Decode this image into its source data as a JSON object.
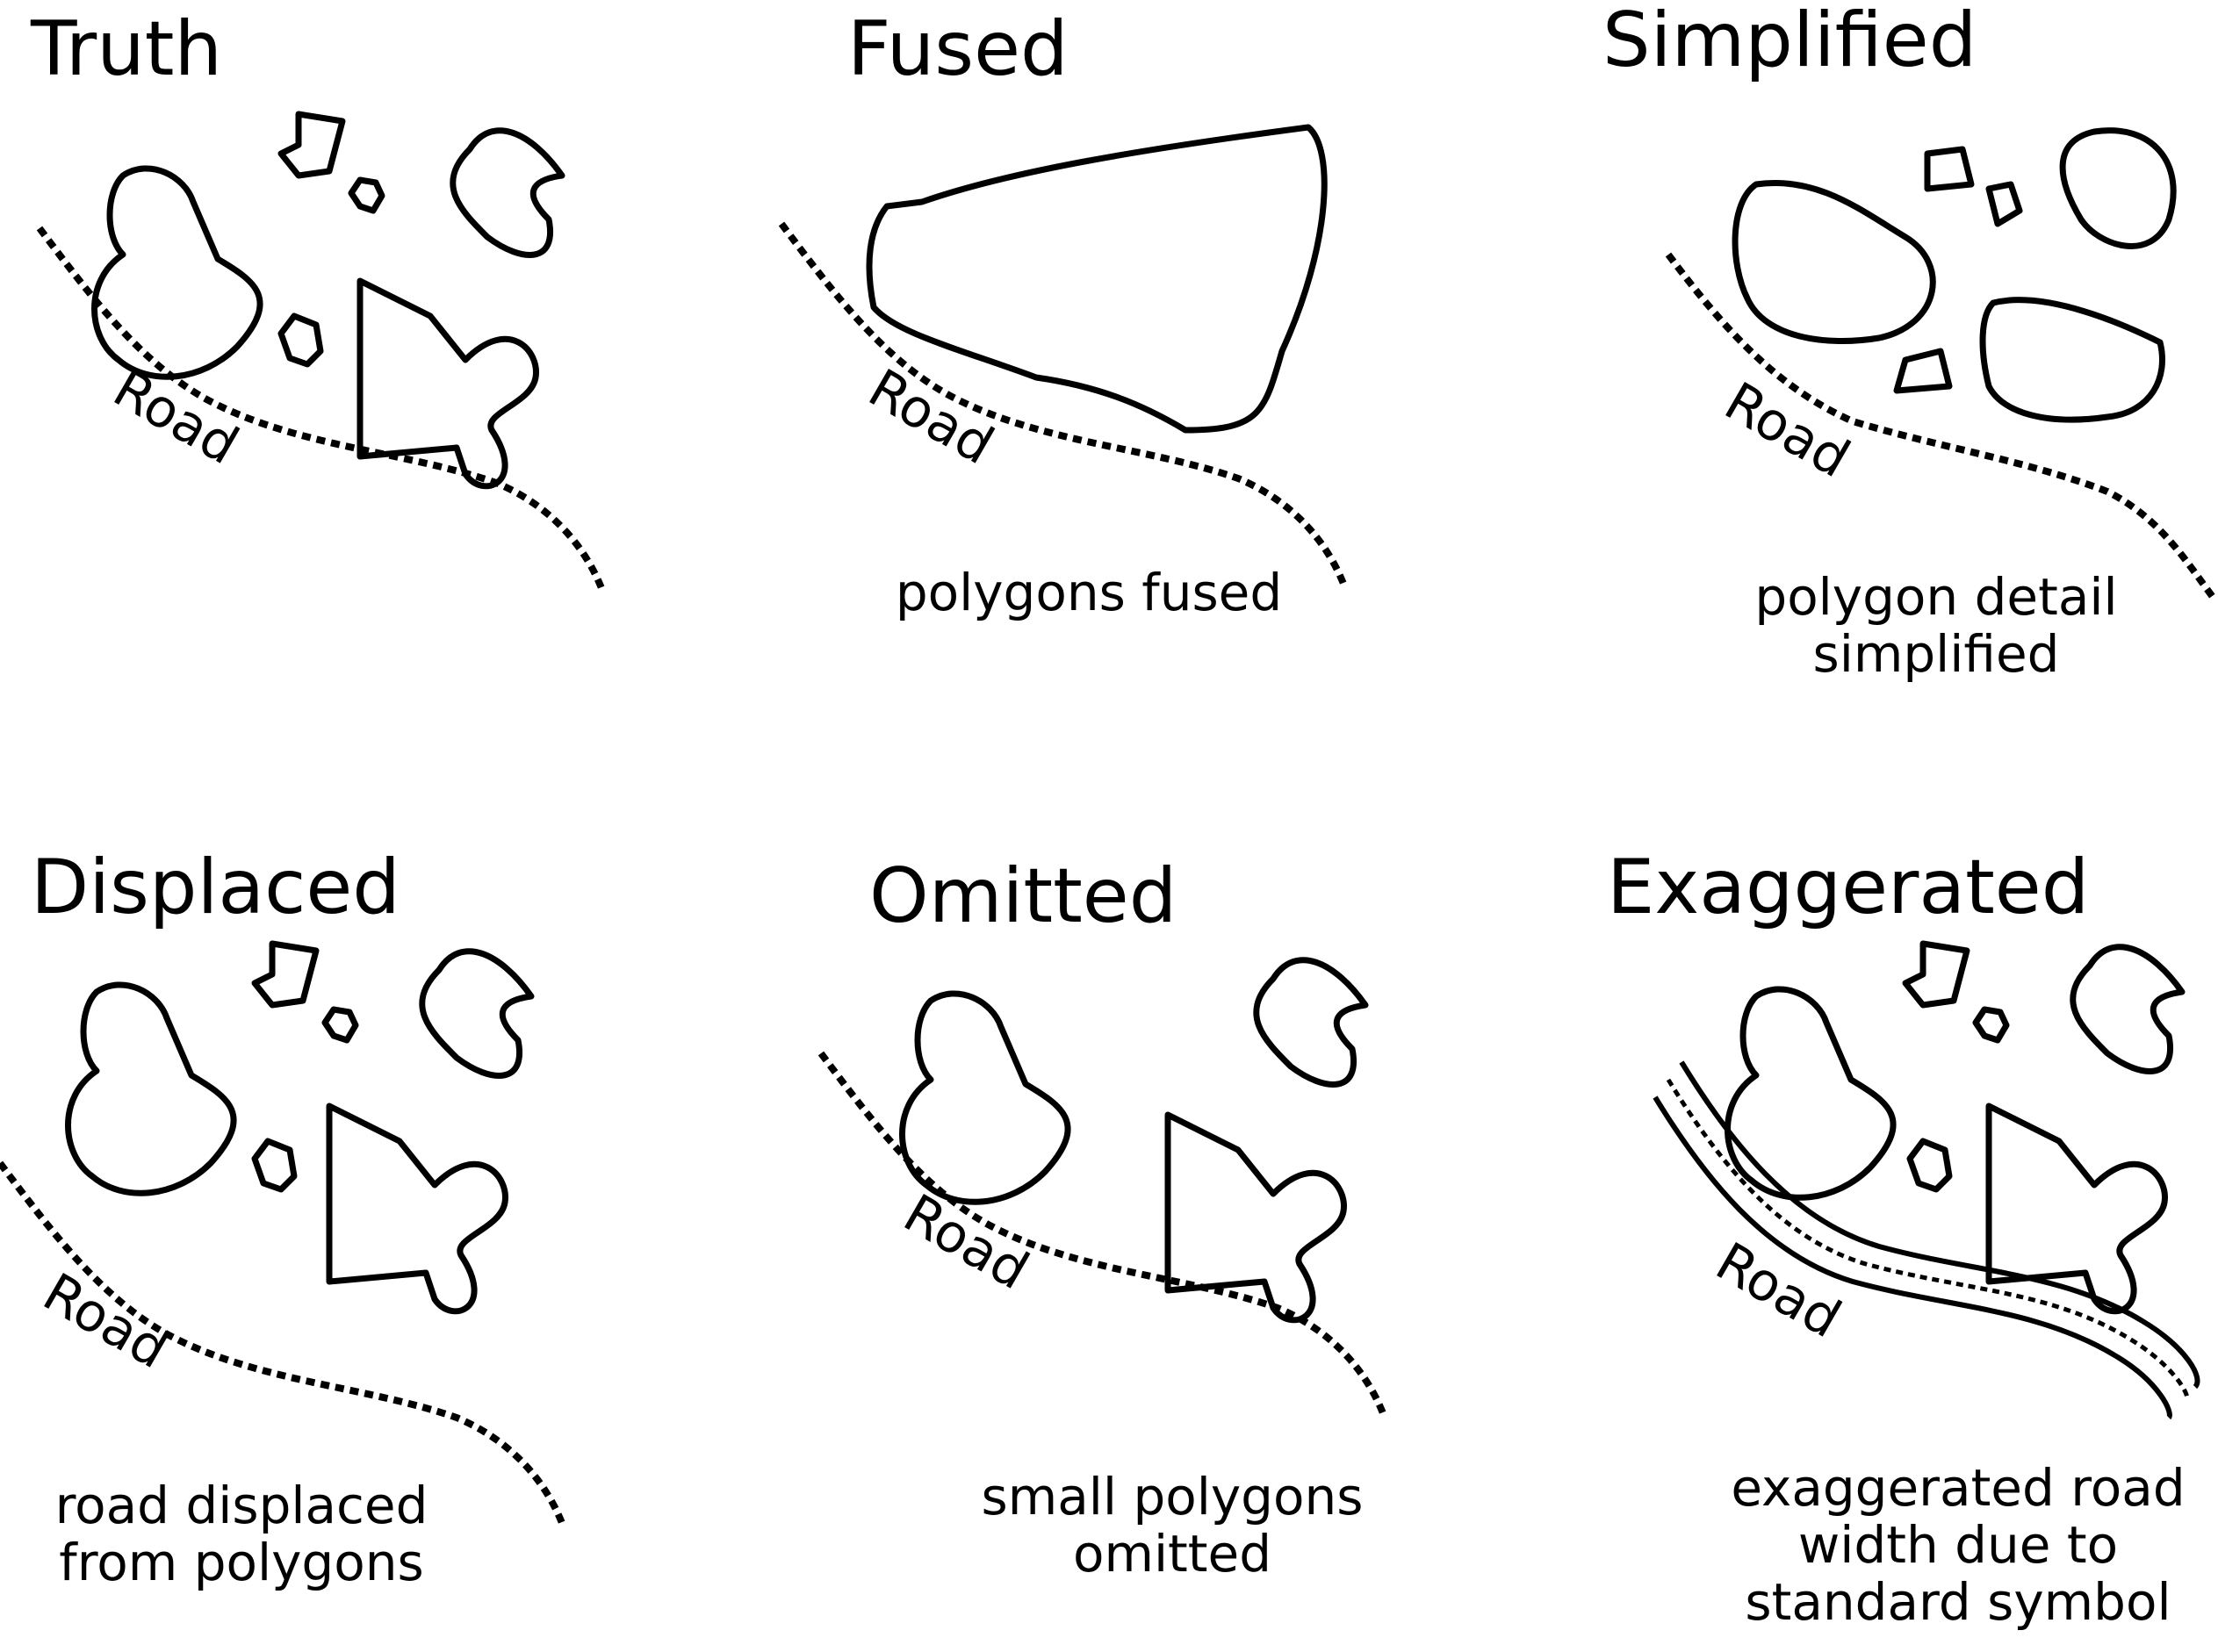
{
  "panels": {
    "truth": {
      "title": "Truth",
      "road": "Road"
    },
    "fused": {
      "title": "Fused",
      "road": "Road",
      "caption": [
        "polygons fused"
      ]
    },
    "simplified": {
      "title": "Simplified",
      "road": "Road",
      "caption": [
        "polygon detail",
        "simplified"
      ]
    },
    "displaced": {
      "title": "Displaced",
      "road": "Road",
      "caption": [
        "road displaced",
        "from polygons"
      ]
    },
    "omitted": {
      "title": "Omitted",
      "road": "Road",
      "caption": [
        "small polygons",
        "omitted"
      ]
    },
    "exaggerated": {
      "title": "Exaggerated",
      "road": "Road",
      "caption": [
        "exaggerated road",
        "width due to",
        "standard symbol"
      ]
    }
  }
}
